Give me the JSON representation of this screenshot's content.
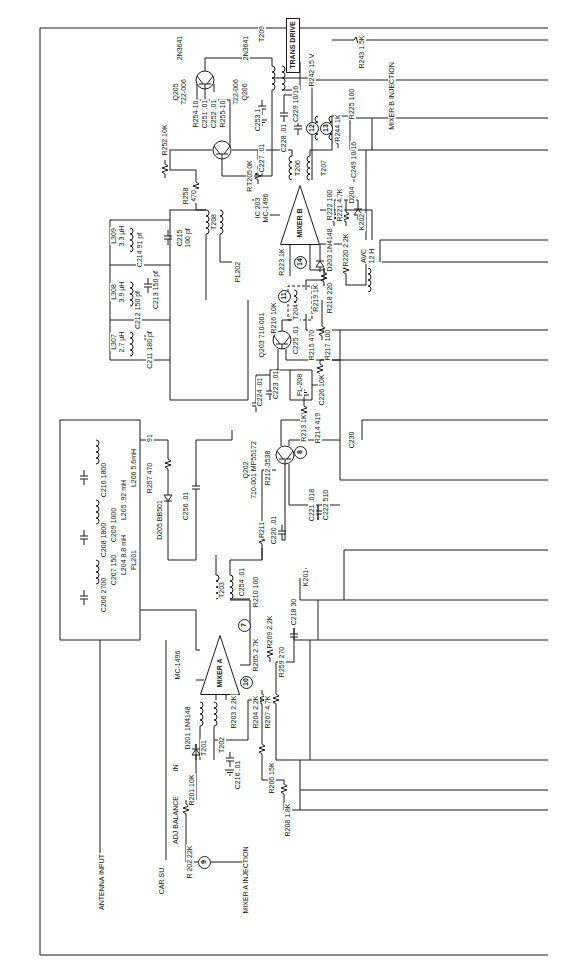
{
  "diagram": {
    "nodes": [
      {
        "text": [
          "TRANS DRIVE"
        ]
      },
      {
        "text": [
          "12"
        ]
      },
      {
        "text": [
          "13"
        ]
      },
      {
        "text": [
          "MIXER B"
        ]
      },
      {
        "text": [
          "14"
        ]
      },
      {
        "text": [
          "11"
        ]
      },
      {
        "text": [
          "8"
        ]
      },
      {
        "text": [
          "7"
        ]
      },
      {
        "text": [
          "MIXER A"
        ]
      },
      {
        "text": [
          "10"
        ]
      },
      {
        "text": [
          "9"
        ]
      }
    ],
    "labels": [
      "T209",
      "R242 15 V",
      "R243 1.5K",
      "MIXER B INJECTION",
      "C253 1",
      "Q205",
      "722-006",
      "2N3641",
      "R254-10",
      "C251 .01",
      "C252 .01",
      "R255-10",
      "722-006",
      "Q206",
      "2N3641",
      "R252 10K",
      "R253-10K",
      "R258",
      "470",
      "T208",
      "PL202",
      "L309",
      "3.3 µH",
      "C214 91 pf",
      "C215",
      "100 pf",
      "L308",
      "3.9 µH",
      "C212 150 pf",
      "C213 150 pf",
      "L307",
      "2.7 µH",
      "C211 180 pf",
      "91",
      "R257 470",
      "D205 BB501",
      "C256 .01",
      "C210 1800",
      "C208 1800",
      "C206 2700",
      "C209 1000",
      "C207 150",
      "L206 5.6mH",
      "L205 .92 mH",
      "L204 8.8 mH",
      "FL201",
      "ANTENNA INPUT",
      "CAR SU.",
      "MIXER A INJECTION",
      "ADJ BALANCE",
      "IN",
      "R201 10K",
      "R 202 22K",
      "MC-1496",
      "D201 1N4148",
      "T201",
      "T202",
      "C216 .01",
      "R203 2.2K",
      "R204 2.2K",
      "R207 4.7K",
      "R205 2.7K",
      "R209 2.2K",
      "R259 270",
      "C218 30",
      "T203",
      "C254 .01",
      "R210 100",
      "K201",
      "R206 15K",
      "R208 1.8K",
      "R211",
      "C220 .01",
      "Q202",
      "710-001 MP55172",
      "R212-3538",
      "R213 1K",
      "R214 419",
      "C221 .018",
      "C222 510",
      "C230",
      "C223 .01",
      "C224 .01",
      "FL-208",
      "C226 10K",
      "Q203 710-001",
      "R216 10K",
      "C225 .01",
      "R215 470",
      "R217 100",
      "T204",
      "R219 1K",
      "R218 220",
      "IC 203",
      "MC-1496",
      "C227 .01",
      "T205",
      "R223 1K",
      "T206",
      "T207",
      "C228 .01",
      "C229 10/16",
      "R225 100",
      "R244 1K",
      "C249 10/16",
      "R222 100",
      "R221 4.7K",
      "D204",
      "K202",
      "R220 2.2K",
      "D203 1N4148",
      "AVC",
      "12 H"
    ]
  }
}
